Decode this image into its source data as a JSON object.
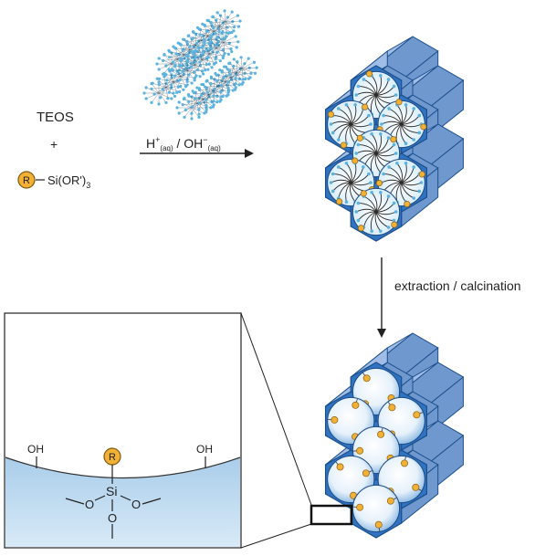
{
  "reagents": {
    "teos": "TEOS",
    "plus": "+",
    "r_group": "R",
    "silane": {
      "main": "Si(OR')",
      "subscript": "3"
    }
  },
  "reaction": {
    "h": "H",
    "h_sup": "+",
    "h_sub": "(aq)",
    "slash": " / ",
    "oh": "OH",
    "oh_sup": "−",
    "oh_sub": "(aq)"
  },
  "process": {
    "label": "extraction / calcination"
  },
  "surface": {
    "oh_left": "OH",
    "oh_right": "OH",
    "r_group": "R",
    "silicon": "Si",
    "oxygen": "O"
  },
  "colors": {
    "face": "#2f73c1",
    "side": "#6f98cf",
    "top": "#9fbde6",
    "edge": "#1d4f8c",
    "functional_group": "#f2b035",
    "micelle_tail": "#2a2a2a",
    "micelle_head": "#5ab3e0",
    "surface_fill": "#bcd9ee"
  }
}
